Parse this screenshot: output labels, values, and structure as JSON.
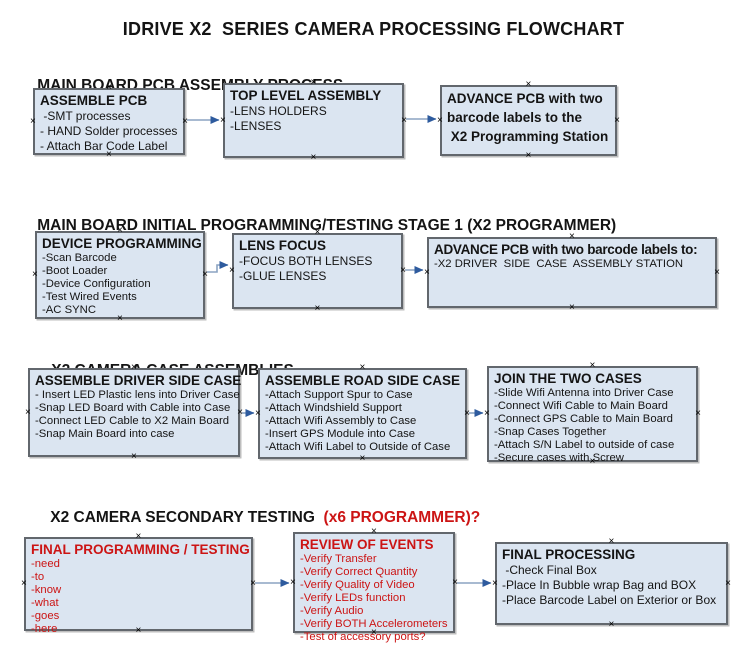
{
  "title": "IDRIVE X2  SERIES CAMERA PROCESSING FLOWCHART",
  "colors": {
    "background": "#ffffff",
    "box_fill": "#dbe5f1",
    "box_border": "#62676d",
    "arrow_line": "#8ba3c2",
    "arrow_head": "#2e5b9e",
    "red_text": "#cc1414",
    "black_text": "#141414"
  },
  "sections": [
    {
      "heading": "MAIN BOARD PCB ASSEMBLY PROCESS",
      "boxes": [
        {
          "title": "ASSEMBLE PCB",
          "items": [
            " -SMT processes",
            "- HAND Solder processes",
            "- Attach Bar Code Label"
          ]
        },
        {
          "title": "TOP LEVEL ASSEMBLY",
          "items": [
            "-LENS HOLDERS",
            "-LENSES"
          ]
        },
        {
          "title": "ADVANCE PCB with two\nbarcode labels to the\n X2 Programming Station",
          "items": []
        }
      ]
    },
    {
      "heading": "MAIN BOARD INITIAL PROGRAMMING/TESTING STAGE 1 (X2 PROGRAMMER)",
      "boxes": [
        {
          "title": "DEVICE PROGRAMMING",
          "items": [
            "-Scan Barcode",
            "-Boot Loader",
            "-Device Configuration",
            "-Test Wired Events",
            "-AC SYNC"
          ]
        },
        {
          "title": "LENS FOCUS",
          "items": [
            "-FOCUS BOTH LENSES",
            "-GLUE LENSES"
          ]
        },
        {
          "title": "ADVANCE PCB with two barcode labels to:",
          "items": [
            "-X2 DRIVER  SIDE  CASE  ASSEMBLY STATION"
          ]
        }
      ]
    },
    {
      "heading": "X2 CAMERA CASE ASSEMBLIES",
      "boxes": [
        {
          "title": "ASSEMBLE DRIVER SIDE CASE",
          "items": [
            "- Insert LED Plastic lens into Driver Case",
            "-Snap LED Board with Cable into Case",
            "-Connect LED Cable to X2 Main Board",
            "-Snap Main Board into case"
          ]
        },
        {
          "title": "ASSEMBLE ROAD SIDE CASE",
          "items": [
            "-Attach Support Spur to Case",
            "-Attach Windshield Support",
            "-Attach Wifi Assembly to Case",
            "-Insert GPS Module into Case",
            "-Attach Wifi Label to Outside of Case"
          ]
        },
        {
          "title": "JOIN THE TWO CASES",
          "items": [
            "-Slide Wifi Antenna into Driver Case",
            "-Connect Wifi Cable to Main Board",
            "-Connect GPS Cable to Main Board",
            "-Snap Cases Together",
            "-Attach S/N Label to outside of case",
            "-Secure cases with Screw"
          ]
        }
      ]
    },
    {
      "heading": "X2 CAMERA SECONDARY TESTING  ",
      "heading_red": "(x6 PROGRAMMER)?",
      "boxes": [
        {
          "title": "FINAL PROGRAMMING / TESTING",
          "items": [
            "-need",
            "-to",
            "-know",
            "-what",
            "-goes",
            "-here"
          ]
        },
        {
          "title": "REVIEW OF EVENTS",
          "items": [
            "-Verify Transfer",
            "-Verify Correct Quantity",
            "-Verify Quality of Video",
            "-Verify LEDs function",
            "-Verify Audio",
            "-Verify BOTH Accelerometers",
            "-Test of accessory ports?"
          ]
        },
        {
          "title": "FINAL PROCESSING",
          "items": [
            " -Check Final Box",
            "-Place In Bubble wrap Bag and BOX",
            "-Place Barcode Label on Exterior or Box"
          ]
        }
      ]
    }
  ],
  "connections": [
    "ASSEMBLE PCB -> TOP LEVEL ASSEMBLY",
    "TOP LEVEL ASSEMBLY -> ADVANCE PCB with two barcode labels to the X2 Programming Station",
    "DEVICE PROGRAMMING -> LENS FOCUS",
    "LENS FOCUS -> ADVANCE PCB with two barcode labels to: X2 DRIVER SIDE CASE ASSEMBLY STATION",
    "ASSEMBLE DRIVER SIDE CASE -> ASSEMBLE ROAD SIDE CASE",
    "ASSEMBLE ROAD SIDE CASE -> JOIN THE TWO CASES",
    "FINAL PROGRAMMING / TESTING -> REVIEW OF EVENTS",
    "REVIEW OF EVENTS -> FINAL PROCESSING"
  ]
}
